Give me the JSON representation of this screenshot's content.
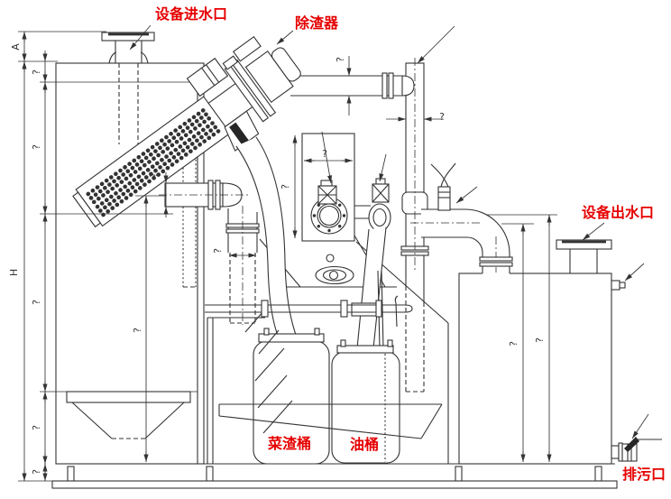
{
  "drawing": {
    "labels": {
      "inlet": "设备进水口",
      "deslagger": "除渣器",
      "outlet": "设备出水口",
      "residue_bucket": "菜渣桶",
      "oil_bucket": "油桶",
      "drain": "排污口"
    },
    "dimensions": {
      "overall_height": "H",
      "inlet_offset": "A",
      "unknown": "?"
    },
    "colors": {
      "label_red": "#e60000",
      "line": "#333333"
    }
  }
}
